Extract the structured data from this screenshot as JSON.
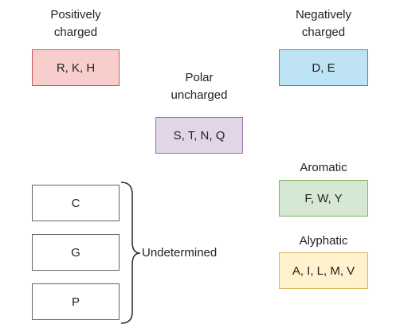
{
  "colors": {
    "positive_fill": "#f8cecc",
    "positive_border": "#c85a5a",
    "negative_fill": "#bde3f5",
    "negative_border": "#3a8fbf",
    "polar_fill": "#e1d5e7",
    "polar_border": "#9673a6",
    "aromatic_fill": "#d5e8d4",
    "aromatic_border": "#82b366",
    "aliphatic_fill": "#fff2cc",
    "aliphatic_border": "#d6b656",
    "undetermined_fill": "#ffffff",
    "undetermined_border": "#666666"
  },
  "groups": {
    "positive": {
      "title": "Positively\ncharged",
      "members": "R, K, H"
    },
    "negative": {
      "title": "Negatively\ncharged",
      "members": "D, E"
    },
    "polar": {
      "title": "Polar\nuncharged",
      "members": "S, T, N, Q"
    },
    "aromatic": {
      "title": "Aromatic",
      "members": "F, W, Y"
    },
    "aliphatic": {
      "title": "Alyphatic",
      "members": "A, I, L, M, V"
    },
    "undetermined": {
      "title": "Undetermined",
      "members": [
        "C",
        "G",
        "P"
      ]
    }
  }
}
